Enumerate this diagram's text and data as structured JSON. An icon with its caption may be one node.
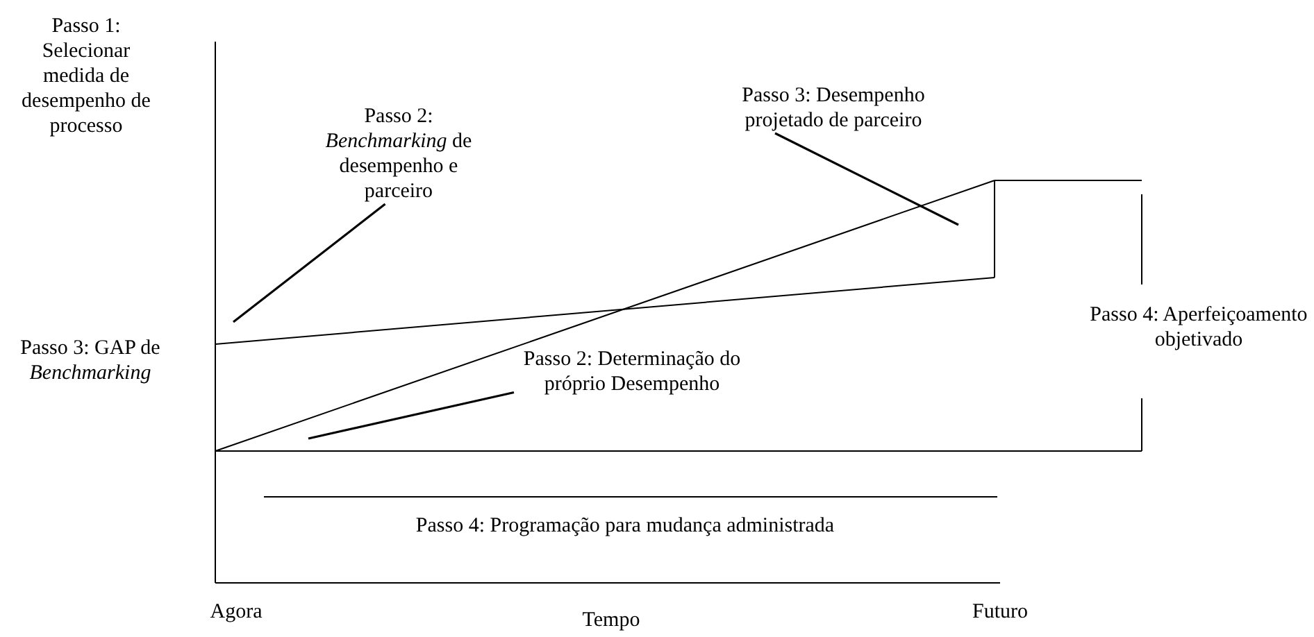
{
  "diagram": {
    "nodes": [
      {
        "text": [
          "Passo 2: *Benchmarking* de desempenho e parceiro"
        ]
      },
      {
        "text": [
          "Passo 3: Desempenho projetado de parceiro"
        ]
      },
      {
        "text": [
          "Passo 2: Determinação do próprio Desempenho"
        ]
      }
    ],
    "edges": [
      {
        "from": 0,
        "to": null,
        "arrow": "none"
      },
      {
        "from": 1,
        "to": null,
        "arrow": "none"
      },
      {
        "from": 2,
        "to": null,
        "arrow": "none"
      }
    ],
    "labels": [
      "Passo 1: Selecionar medida de desempenho de processo",
      "Passo 4: Aperfeiçoamento objetivado",
      "Passo 3: GAP de *Benchmarking*",
      "Passo 4: Programação para mudança administrada",
      "Agora",
      "Tempo",
      "Futuro"
    ]
  }
}
